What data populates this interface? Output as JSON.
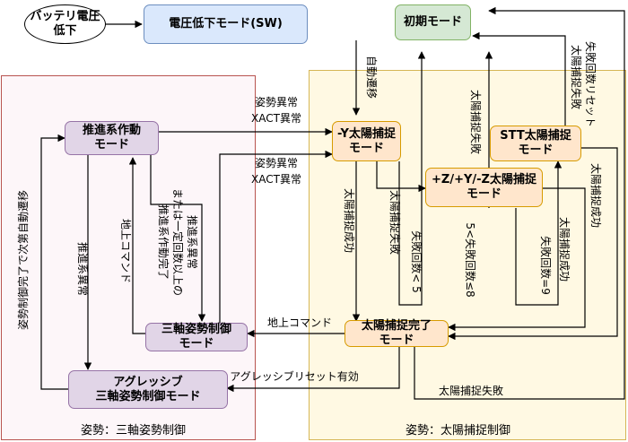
{
  "nodes": {
    "battery": "バッテリ電圧\n低下",
    "low_voltage": "電圧低下モード(SW)",
    "initial": "初期モード",
    "propulsion": "推進系作動\nモード",
    "minus_y": "-Y太陽捕捉\nモード",
    "pzy": "+Z/+Y/-Z太陽捕捉\nモード",
    "stt": "STT太陽捕捉\nモード",
    "three_axis": "三軸姿勢制御\nモード",
    "sun_complete": "太陽捕捉完了\nモード",
    "aggressive": "アグレッシブ\n三軸姿勢制御モード"
  },
  "regions": {
    "left": "姿勢：三軸姿勢制御",
    "right": "姿勢：太陽捕捉制御"
  },
  "labels": {
    "auto_transition": "自動遷移",
    "attitude_anomaly_1": "姿勢異常",
    "xact_anomaly_1": "XACT異常",
    "attitude_anomaly_2": "姿勢異常",
    "xact_anomaly_2": "XACT異常",
    "sun_success_1": "太陽捕捉成功",
    "sun_fail_1": "太陽捕捉失敗",
    "fail_lt5": "失敗回数< 5",
    "sun_fail_2": "太陽捕捉失敗",
    "fail_5to8": "5<失敗回数≤8",
    "sun_success_2": "太陽捕捉成功",
    "fail_eq9": "失敗回数=9",
    "sun_fail_stt": "太陽捕捉失敗",
    "fail_reset": "失敗回数リセット",
    "sun_success_stt": "太陽捕捉成功",
    "ground_cmd_1": "地上コマンド",
    "ground_cmd_2": "地上コマンド",
    "prop_complete": "推進系作動完了\nまたは一定回数以上の\n推進系異常",
    "prop_anomaly": "推進系異常",
    "attitude_auto": "姿勢制御完了で次第自動遷移",
    "aggressive_reset": "アグレッシブリセット有効",
    "sun_fail_bottom": "太陽捕捉失敗"
  }
}
